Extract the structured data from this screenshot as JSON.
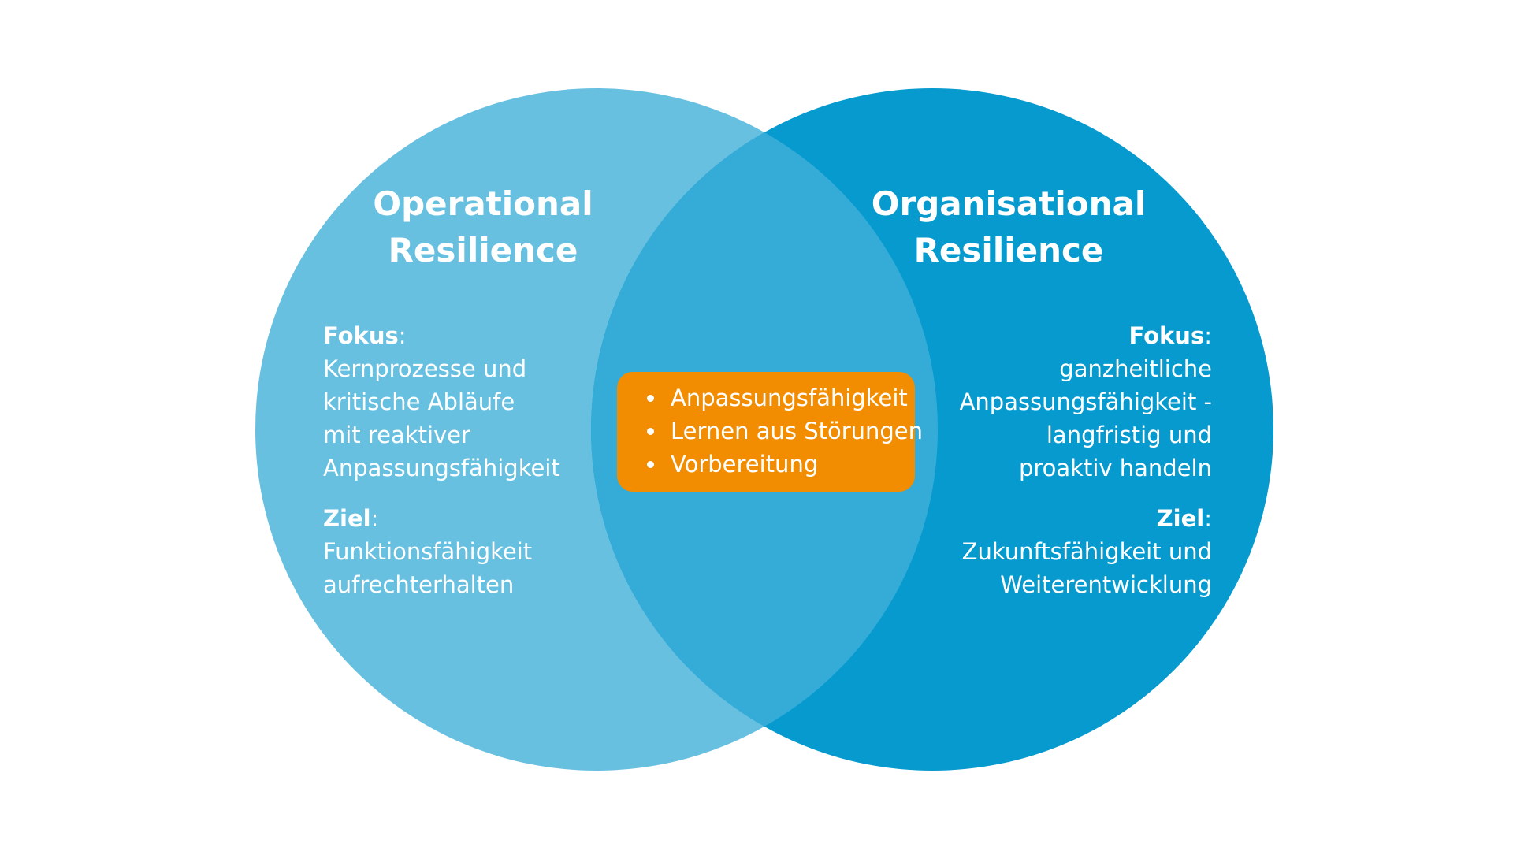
{
  "colors": {
    "left_circle": "#68c0e1",
    "right_circle": "#069ace",
    "overlap": "#35acd8",
    "center_box": "#f28c00",
    "text": "#ffffff",
    "background": "#ffffff"
  },
  "left": {
    "title_line1": "Operational",
    "title_line2": "Resilience",
    "focus_label": "Fokus",
    "focus_lines": [
      "Kernprozesse und",
      "kritische Abläufe",
      "mit reaktiver",
      "Anpassungsfähigkeit"
    ],
    "goal_label": "Ziel",
    "goal_lines": [
      "Funktionsfähigkeit",
      "aufrechterhalten"
    ]
  },
  "right": {
    "title_line1": "Organisational",
    "title_line2": "Resilience",
    "focus_label": "Fokus",
    "focus_lines": [
      "ganzheitliche",
      "Anpassungsfähigkeit -",
      "langfristig und",
      "proaktiv handeln"
    ],
    "goal_label": "Ziel",
    "goal_lines": [
      "Zukunftsfähigkeit und",
      "Weiterentwicklung"
    ]
  },
  "overlap": {
    "items": [
      "Anpassungsfähigkeit",
      "Lernen aus Störungen",
      "Vorbereitung"
    ]
  },
  "punctuation": {
    "colon": ":"
  }
}
